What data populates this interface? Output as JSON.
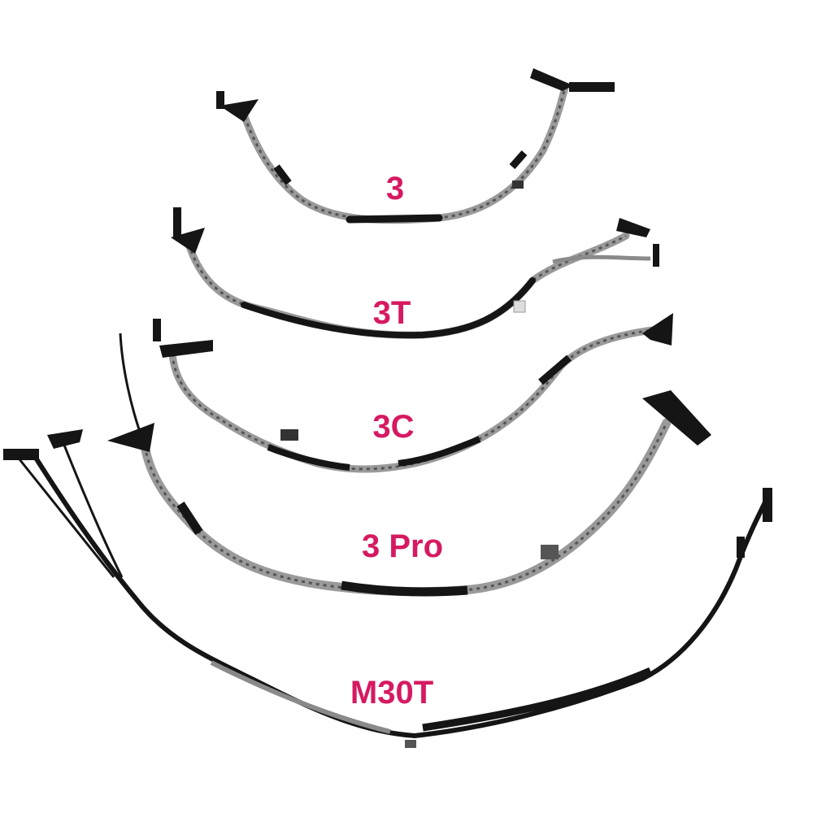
{
  "labels": {
    "cable_3": "3",
    "cable_3t": "3T",
    "cable_3c": "3C",
    "cable_3pro": "3 Pro",
    "cable_m30t": "M30T"
  },
  "colors": {
    "label": "#d61a62",
    "cable_black": "#151515",
    "braid_grey": "#9a9a9a",
    "background": "#ffffff"
  }
}
